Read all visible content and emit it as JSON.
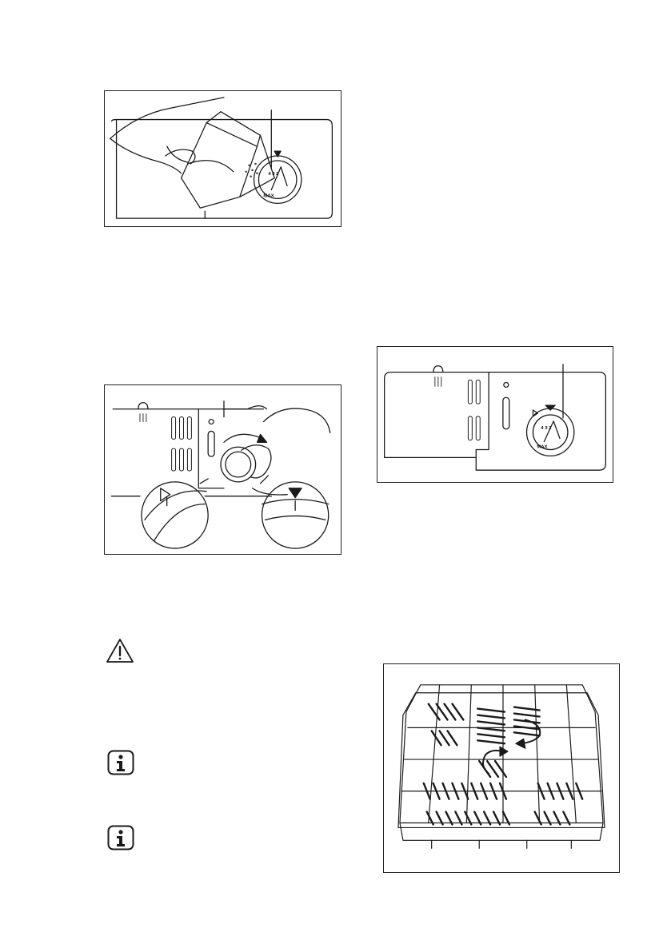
{
  "page": {
    "background": "#ffffff",
    "line_color": "#1a1a1a"
  },
  "figures": {
    "fill_dispenser": {
      "icon": "dishwasher-dispenser-fill-illustration",
      "dial_marks": "4 3 2",
      "dial_max": "MAX"
    },
    "dial_turn": {
      "icon": "dispenser-dial-turn-illustration"
    },
    "dispenser_closed": {
      "icon": "dispenser-closed-illustration",
      "dial_marks": "4 3 2",
      "dial_max": "MAX"
    },
    "cutlery_basket": {
      "icon": "lower-basket-folding-racks-illustration"
    }
  },
  "icons": {
    "warning": "warning-triangle-icon",
    "info_1": "info-icon",
    "info_2": "info-icon"
  }
}
